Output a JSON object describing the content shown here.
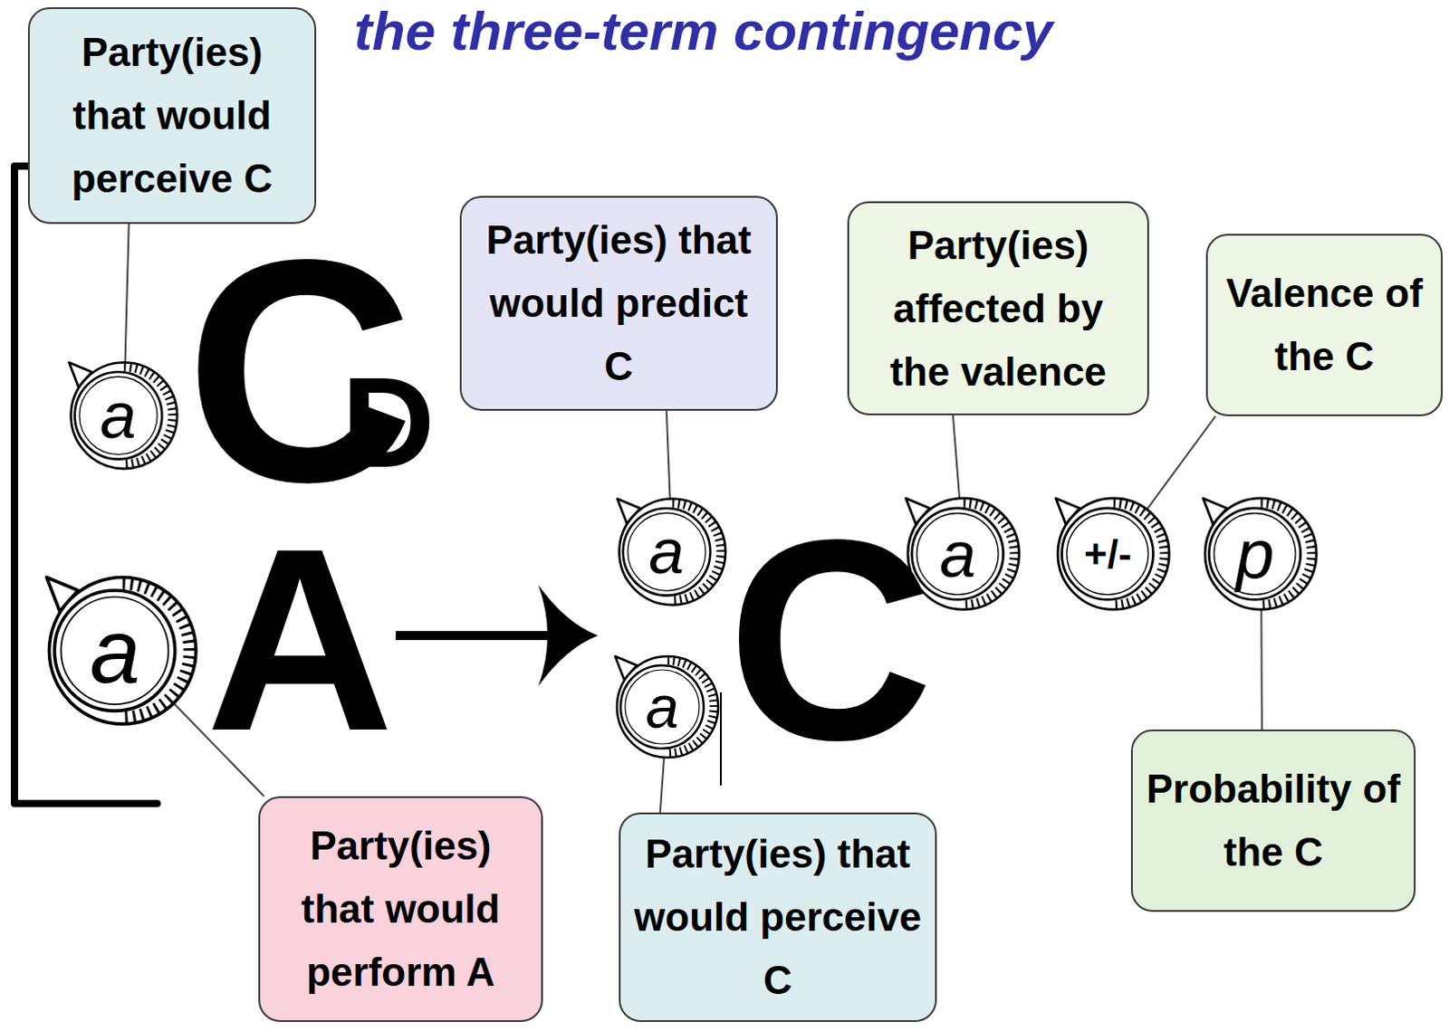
{
  "diagram": {
    "title": "the three-term contingency",
    "nodes": [
      {
        "text": [
          "Party(ies) that would perceive C"
        ]
      },
      {
        "text": [
          "Party(ies) that would predict C"
        ]
      },
      {
        "text": [
          "Party(ies) affected by the valence"
        ]
      },
      {
        "text": [
          "Valence of the C"
        ]
      },
      {
        "text": [
          "a"
        ]
      },
      {
        "text": [
          "a"
        ]
      },
      {
        "text": [
          "a"
        ]
      },
      {
        "text": [
          "+/-"
        ]
      },
      {
        "text": [
          "p"
        ]
      },
      {
        "text": [
          "a"
        ]
      },
      {
        "text": [
          "a"
        ]
      },
      {
        "text": [
          "Party(ies) that would perform A"
        ]
      },
      {
        "text": [
          "Party(ies) that would perceive C"
        ]
      },
      {
        "text": [
          "Probability of the C"
        ]
      }
    ],
    "edges": [
      {
        "from": 0,
        "to": 4,
        "arrow": "none"
      },
      {
        "from": 1,
        "to": 5,
        "arrow": "none"
      },
      {
        "from": 2,
        "to": 6,
        "arrow": "none"
      },
      {
        "from": 3,
        "to": 7,
        "arrow": "none"
      },
      {
        "from": 13,
        "to": 8,
        "arrow": "none"
      },
      {
        "from": 11,
        "to": 9,
        "arrow": "none"
      },
      {
        "from": 12,
        "to": 10,
        "arrow": "none"
      }
    ],
    "labels": [
      "C",
      "D",
      "A",
      "C"
    ]
  }
}
